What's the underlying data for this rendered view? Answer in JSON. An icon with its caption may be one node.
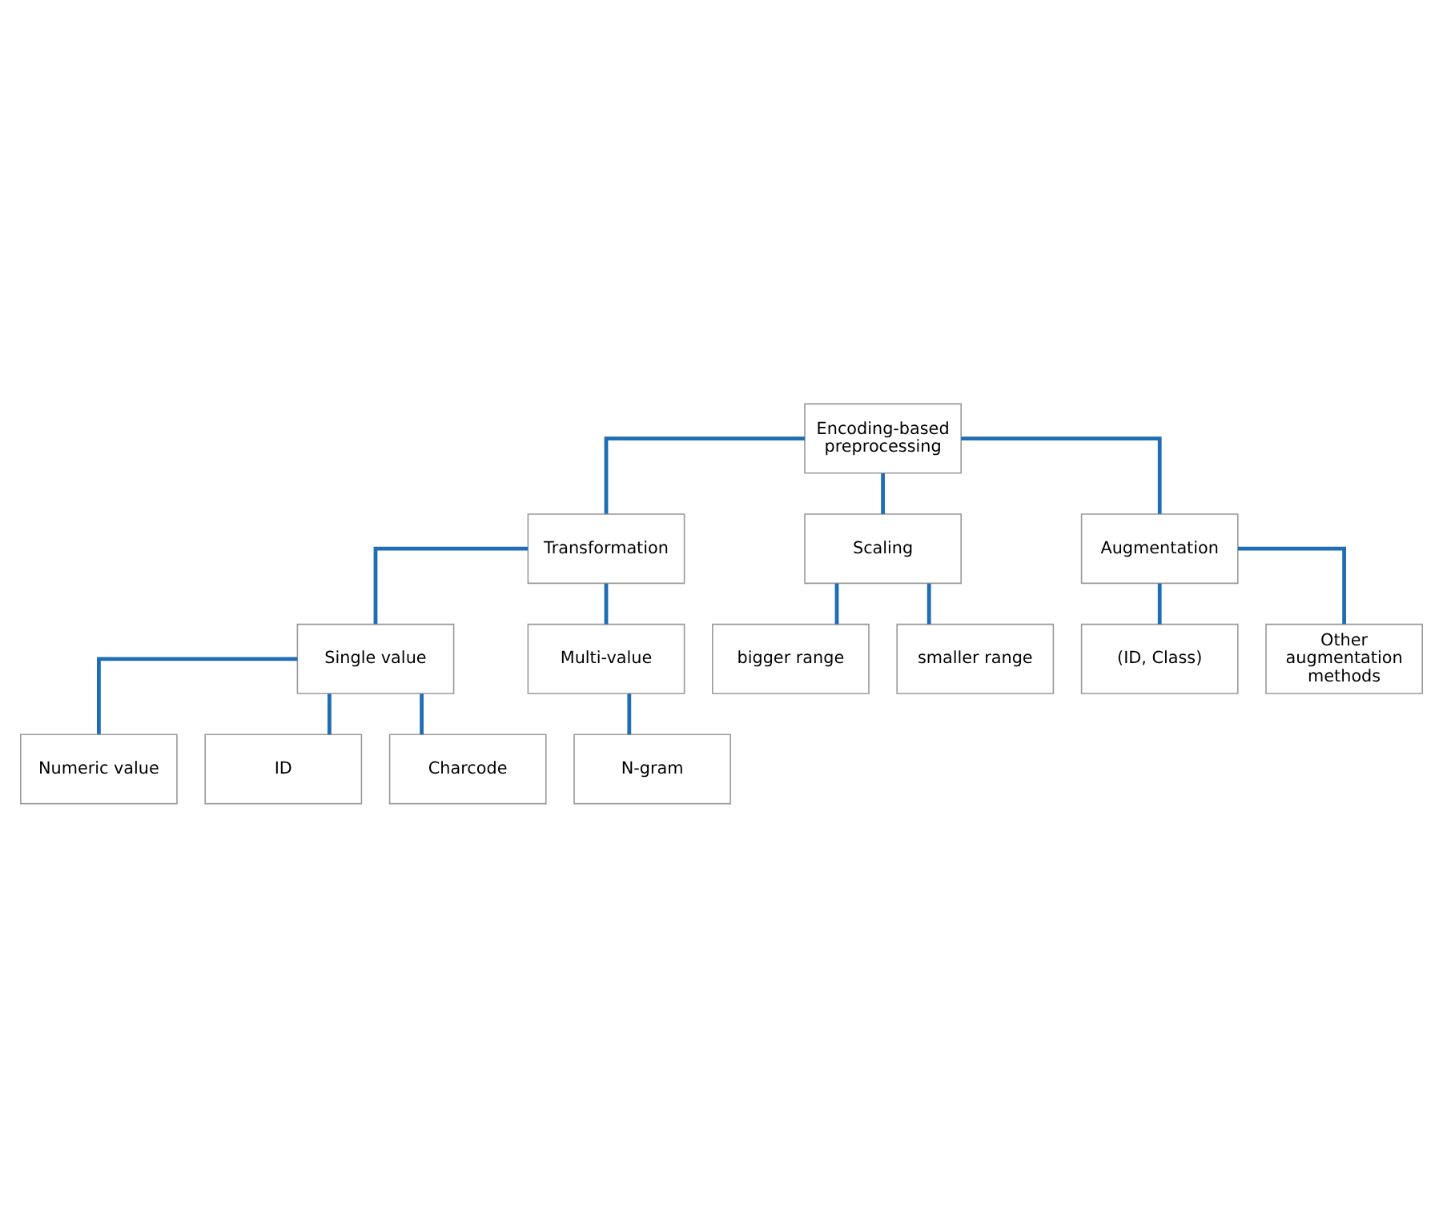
{
  "diagram": {
    "nodes": [
      {
        "text": [
          "Encoding-based preprocessing"
        ]
      },
      {
        "text": [
          "Transformation"
        ]
      },
      {
        "text": [
          "Scaling"
        ]
      },
      {
        "text": [
          "Augmentation"
        ]
      },
      {
        "text": [
          "Single value"
        ]
      },
      {
        "text": [
          "Multi-value"
        ]
      },
      {
        "text": [
          "Numeric value"
        ]
      },
      {
        "text": [
          "ID"
        ]
      },
      {
        "text": [
          "Charcode"
        ]
      },
      {
        "text": [
          "N-gram"
        ]
      },
      {
        "text": [
          "bigger range"
        ]
      },
      {
        "text": [
          "smaller range"
        ]
      },
      {
        "text": [
          "(ID, Class)"
        ]
      },
      {
        "text": [
          "Other augmentation methods"
        ]
      }
    ],
    "edges": [
      {
        "from": 0,
        "to": 1,
        "arrow": "none"
      },
      {
        "from": 0,
        "to": 2,
        "arrow": "none"
      },
      {
        "from": 0,
        "to": 3,
        "arrow": "none"
      },
      {
        "from": 1,
        "to": 4,
        "arrow": "none"
      },
      {
        "from": 1,
        "to": 5,
        "arrow": "none"
      },
      {
        "from": 4,
        "to": 6,
        "arrow": "none"
      },
      {
        "from": 4,
        "to": 7,
        "arrow": "none"
      },
      {
        "from": 4,
        "to": 8,
        "arrow": "none"
      },
      {
        "from": 5,
        "to": 9,
        "arrow": "none"
      },
      {
        "from": 2,
        "to": 10,
        "arrow": "none"
      },
      {
        "from": 2,
        "to": 11,
        "arrow": "none"
      },
      {
        "from": 3,
        "to": 12,
        "arrow": "none"
      },
      {
        "from": 3,
        "to": 13,
        "arrow": "none"
      }
    ]
  }
}
